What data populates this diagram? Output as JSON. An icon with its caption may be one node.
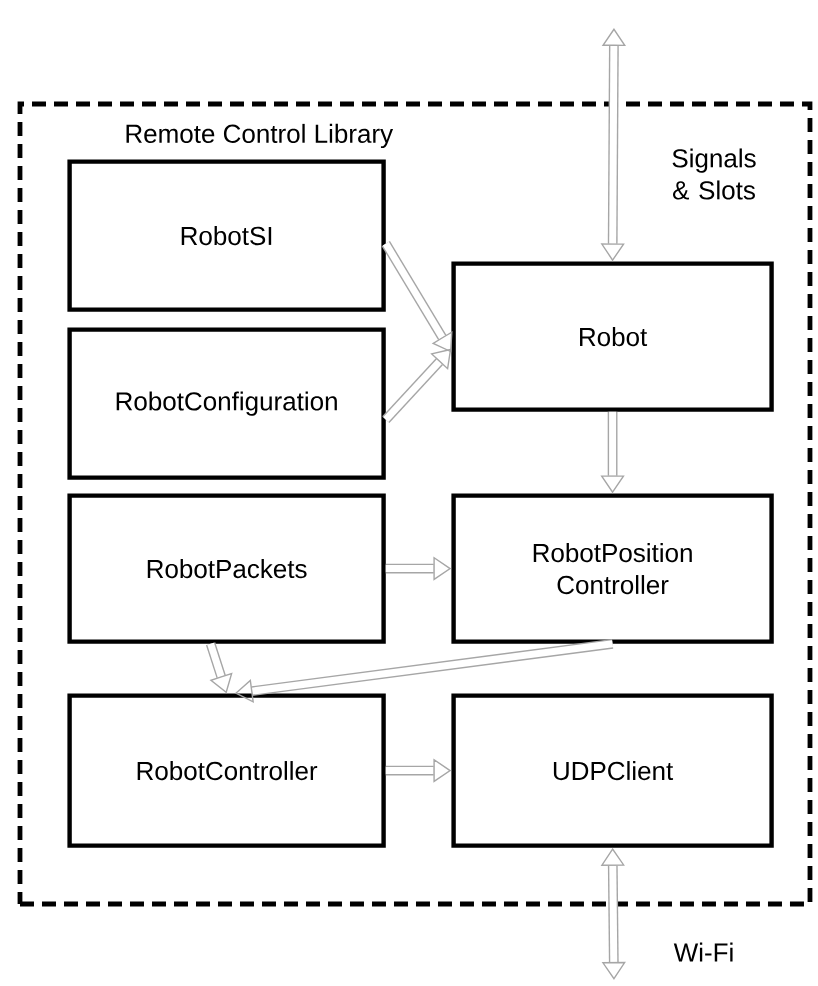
{
  "diagram": {
    "nodes": [
      {
        "text": [
          "Remote Control Library"
        ]
      },
      {
        "text": [
          "RobotSI"
        ],
        "in": 0
      },
      {
        "text": [
          "RobotConfiguration"
        ],
        "in": 0
      },
      {
        "text": [
          "Robot"
        ],
        "in": 0
      },
      {
        "text": [
          "RobotPackets"
        ],
        "in": 0
      },
      {
        "text": [
          "RobotPosition Controller"
        ],
        "in": 0
      },
      {
        "text": [
          "RobotController"
        ],
        "in": 0
      },
      {
        "text": [
          "UDPClient"
        ],
        "in": 0
      }
    ],
    "edges": [
      {
        "from": null,
        "to": 3,
        "arrow": "both",
        "label": "Signals & Slots"
      },
      {
        "from": 1,
        "to": 3,
        "arrow": "to"
      },
      {
        "from": 2,
        "to": 3,
        "arrow": "to"
      },
      {
        "from": 3,
        "to": 5,
        "arrow": "to"
      },
      {
        "from": 4,
        "to": 5,
        "arrow": "to"
      },
      {
        "from": 4,
        "to": 6,
        "arrow": "to"
      },
      {
        "from": 5,
        "to": 6,
        "arrow": "to"
      },
      {
        "from": 6,
        "to": 7,
        "arrow": "to"
      },
      {
        "from": 7,
        "to": null,
        "arrow": "both",
        "label": "Wi-Fi"
      }
    ]
  }
}
